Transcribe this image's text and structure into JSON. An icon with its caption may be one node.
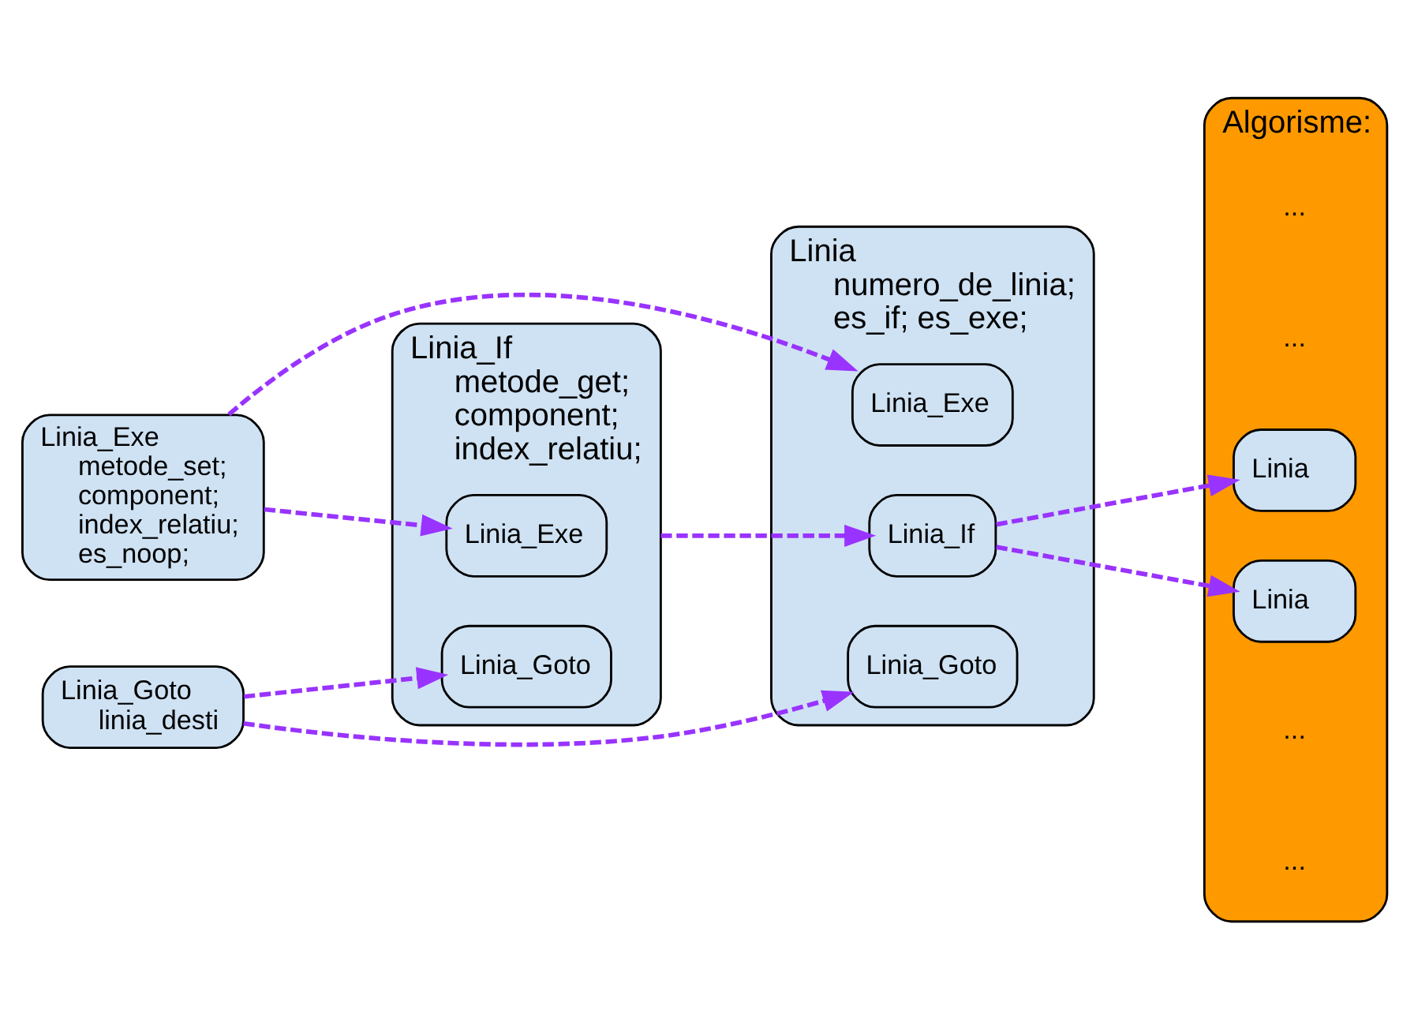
{
  "diagram": {
    "nodes": [
      {
        "text": [
          "Linia_Exe",
          "metode_set; component; index_relatiu; es_noop;"
        ]
      },
      {
        "text": [
          "Linia_Goto",
          "linia_desti"
        ]
      },
      {
        "text": [
          "Linia_If",
          "metode_get; component; index_relatiu;"
        ]
      },
      {
        "text": [
          "Linia_Exe"
        ],
        "in": 2
      },
      {
        "text": [
          "Linia_Goto"
        ],
        "in": 2
      },
      {
        "text": [
          "Linia",
          "numero_de_linia; es_if; es_exe;"
        ]
      },
      {
        "text": [
          "Linia_If"
        ],
        "in": 5
      },
      {
        "text": [
          "Linia_Exe"
        ],
        "in": 5
      },
      {
        "text": [
          "Linia_Goto"
        ],
        "in": 5
      },
      {
        "text": [
          "Algorisme:"
        ]
      },
      {
        "text": [
          "Linia"
        ],
        "in": 9
      },
      {
        "text": [
          "Linia"
        ],
        "in": 9
      }
    ],
    "edges": [
      {
        "from": 0,
        "to": 3,
        "arrow": "to",
        "style": "dashed"
      },
      {
        "from": 1,
        "to": 4,
        "arrow": "to",
        "style": "dashed"
      },
      {
        "from": 0,
        "to": 7,
        "arrow": "to",
        "style": "dashed"
      },
      {
        "from": 1,
        "to": 8,
        "arrow": "to",
        "style": "dashed"
      },
      {
        "from": 2,
        "to": 6,
        "arrow": "to",
        "style": "dashed"
      },
      {
        "from": 6,
        "to": 10,
        "arrow": "to",
        "style": "dashed"
      },
      {
        "from": 6,
        "to": 11,
        "arrow": "to",
        "style": "dashed"
      }
    ],
    "labels": [
      "...",
      "...",
      "...",
      "..."
    ]
  }
}
